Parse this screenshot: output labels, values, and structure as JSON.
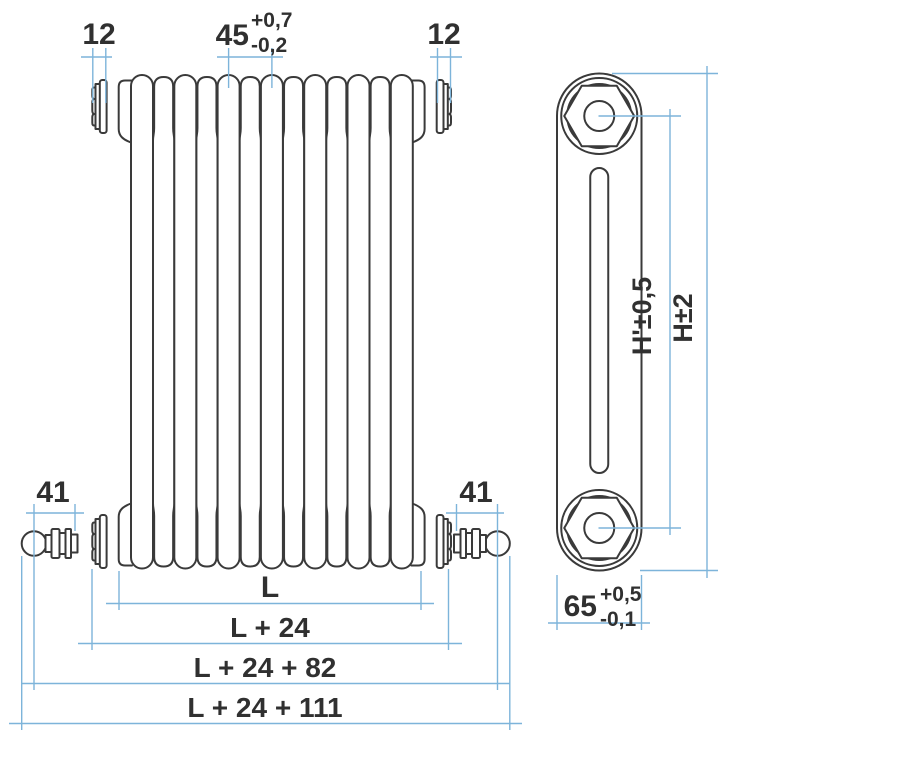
{
  "dimensions": {
    "plug_width_left": "12",
    "plug_width_right": "12",
    "section_pitch": "45",
    "section_pitch_tol_plus": "+0,7",
    "section_pitch_tol_minus": "-0,2",
    "valve_offset_left": "41",
    "valve_offset_right": "41",
    "tube_span": "L",
    "span_with_plugs": "L + 24",
    "span_with_valves": "L + 24 + 82",
    "span_overall": "L + 24 + 111",
    "depth": "65",
    "depth_tol_plus": "+0,5",
    "depth_tol_minus": "-0,1",
    "axis_height": "H'±0,5",
    "overall_height": "H±2"
  },
  "colors": {
    "outline": "#3a3a3a",
    "dimension_line": "#7db4da",
    "label_text": "#303030",
    "background": "#ffffff"
  }
}
